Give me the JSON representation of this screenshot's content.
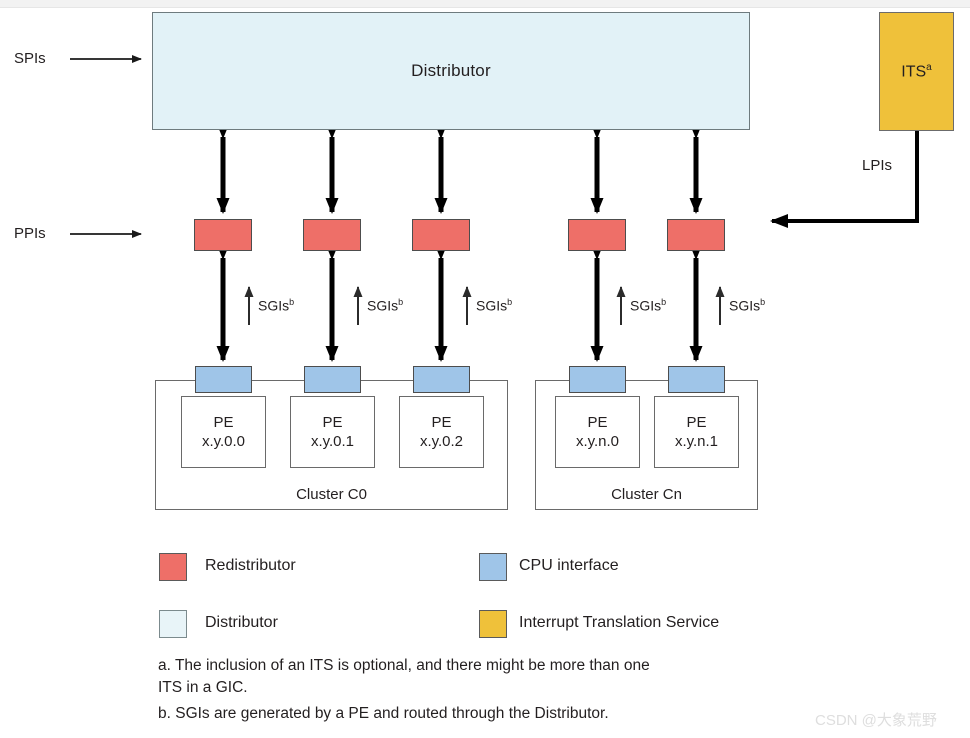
{
  "diagram": {
    "title": "GIC architecture block diagram",
    "colors": {
      "distributor": "#e2f2f7",
      "redistributor": "#ee6f68",
      "cpu_interface": "#9fc5e8",
      "its": "#efc13a",
      "stroke": "#5a5a5a",
      "text": "#231f20",
      "watermark": "#dedede"
    },
    "distributor": {
      "label": "Distributor"
    },
    "its": {
      "label": "ITS",
      "footnote_marker": "a"
    },
    "inputs": [
      {
        "label": "SPIs",
        "target": "distributor"
      },
      {
        "label": "PPIs",
        "target": "redistributors"
      }
    ],
    "lpis": {
      "label": "LPIs"
    },
    "sgi_label": {
      "label": "SGIs",
      "footnote_marker": "b"
    },
    "sgi_arrows": [
      {
        "label": "SGIs",
        "marker": "b"
      },
      {
        "label": "SGIs",
        "marker": "b"
      },
      {
        "label": "SGIs",
        "marker": "b"
      },
      {
        "label": "SGIs",
        "marker": "b"
      },
      {
        "label": "SGIs",
        "marker": "b"
      }
    ],
    "redistributors": [
      {
        "name": "redistributor-0"
      },
      {
        "name": "redistributor-1"
      },
      {
        "name": "redistributor-2"
      },
      {
        "name": "redistributor-3"
      },
      {
        "name": "redistributor-4"
      }
    ],
    "cpu_interfaces": [
      {
        "name": "cpu-interface-0"
      },
      {
        "name": "cpu-interface-1"
      },
      {
        "name": "cpu-interface-2"
      },
      {
        "name": "cpu-interface-3"
      },
      {
        "name": "cpu-interface-4"
      }
    ],
    "clusters": [
      {
        "label": "Cluster C0",
        "pes": [
          {
            "line1": "PE",
            "line2": "x.y.0.0"
          },
          {
            "line1": "PE",
            "line2": "x.y.0.1"
          },
          {
            "line1": "PE",
            "line2": "x.y.0.2"
          }
        ]
      },
      {
        "label": "Cluster Cn",
        "pes": [
          {
            "line1": "PE",
            "line2": "x.y.n.0"
          },
          {
            "line1": "PE",
            "line2": "x.y.n.1"
          }
        ]
      }
    ],
    "legend": [
      {
        "swatch": "redistributor",
        "label": "Redistributor"
      },
      {
        "swatch": "cpu_interface",
        "label": "CPU interface"
      },
      {
        "swatch": "distributor",
        "label": "Distributor"
      },
      {
        "swatch": "its",
        "label": "Interrupt Translation Service"
      }
    ],
    "footnotes": {
      "a": "a. The inclusion of an ITS is optional, and there might be more than one\nITS in a GIC.",
      "b": "b. SGIs are generated by a PE and routed through the Distributor."
    },
    "watermark": "CSDN @大象荒野"
  }
}
